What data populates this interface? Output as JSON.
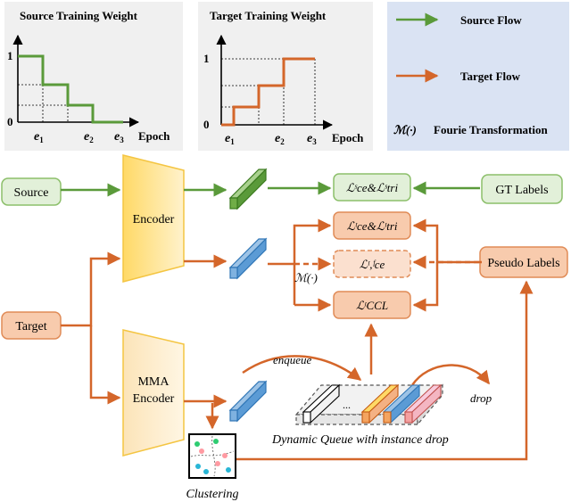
{
  "top_panels": {
    "source_weight": {
      "title": "Source Training Weight",
      "y_tick_1": "1",
      "y_tick_0": "0",
      "x_ticks": [
        "e1",
        "e2",
        "e3"
      ],
      "x_label": "Epoch",
      "curve_color": "#5a9a3a"
    },
    "target_weight": {
      "title": "Target Training Weight",
      "y_tick_1": "1",
      "y_tick_0": "0",
      "x_ticks": [
        "e1",
        "e2",
        "e3"
      ],
      "x_label": "Epoch",
      "curve_color": "#d4662a"
    },
    "legend": {
      "source_flow": "Source Flow",
      "target_flow": "Target Flow",
      "fourier_symbol": "ℳ(·)",
      "fourier_text": "Fourie Transformation"
    }
  },
  "nodes": {
    "source": "Source",
    "target": "Target",
    "encoder": "Encoder",
    "mma_encoder_line1": "MMA",
    "mma_encoder_line2": "Encoder",
    "gt_labels": "GT Labels",
    "pseudo_labels": "Pseudo Labels",
    "fourier_op": "ℳ(·)",
    "enqueue": "enqueue",
    "drop": "drop",
    "queue_caption": "Dynamic Queue with instance drop",
    "clustering": "Clustering",
    "queue_dots": "..."
  },
  "losses": {
    "source_loss": "ℒˢce&ℒˢtri",
    "target_loss": "ℒᵗce&ℒᵗtri",
    "fourier_loss": "ℒᵗ,ᶠce",
    "ccl_loss": "ℒᵗCCL"
  },
  "colors": {
    "source_green": "#5a9a3a",
    "target_orange": "#d4662a",
    "box_green_fill": "#e2f0d9",
    "box_green_stroke": "#8cbf6a",
    "box_orange_fill": "#f8cbad",
    "box_orange_stroke": "#e08b57",
    "encoder_fill": "#ffe699",
    "encoder_stroke": "#f4c542",
    "panel_bg": "#f0f0f0",
    "legend_bg": "#dae3f3"
  }
}
